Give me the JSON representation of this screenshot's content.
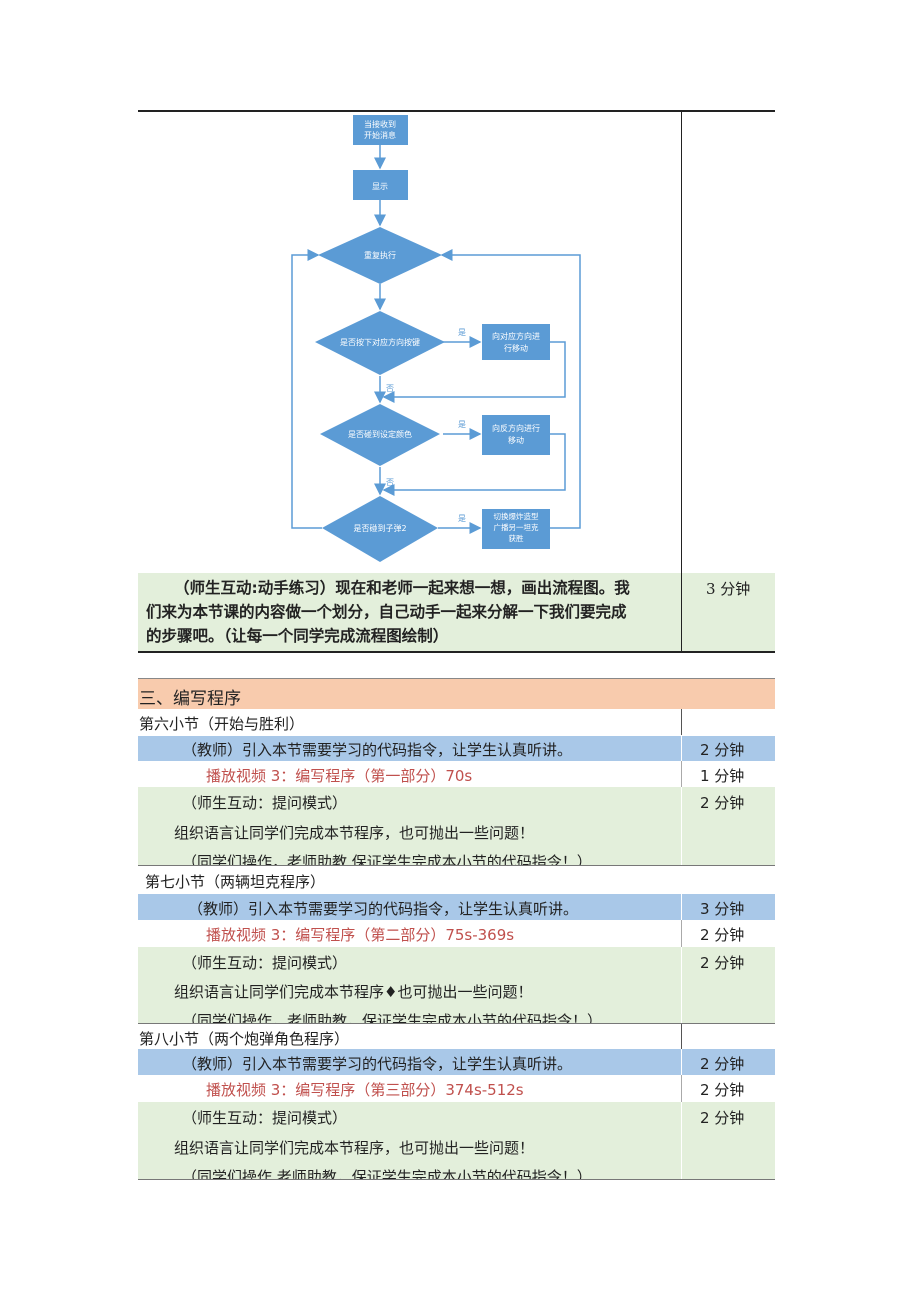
{
  "flowchart": {
    "start": [
      "当接收到",
      "开始消息"
    ],
    "show": "显示",
    "repeat": "重复执行",
    "d1": "是否按下对应方向按键",
    "a1": [
      "向对应方向进",
      "行移动"
    ],
    "d2": "是否碰到设定颜色",
    "a2": [
      "向反方向进行",
      "移动"
    ],
    "d3": "是否碰到子弹2",
    "a3": [
      "切换爆炸造型",
      "广播另一坦克",
      "获胜"
    ],
    "yes": "是",
    "no": "否"
  },
  "interaction1": {
    "lines": [
      "（师生互动:动手练习）现在和老师一起来想一想，画出流程图。我",
      "们来为本节课的内容做一个划分，自己动手一起来分解一下我们要完成",
      "的步骤吧。（让每一个同学完成流程图绘制）"
    ],
    "time": "3 分钟"
  },
  "section3": {
    "title": "三、编写程序",
    "blocks": [
      {
        "heading": "第六小节（开始与胜利）",
        "teacher": "（教师）引入本节需要学习的代码指令，让学生认真听讲。",
        "teacher_time": "2 分钟",
        "video": "播放视频 3：编写程序（第一部分）70s",
        "video_time": "1 分钟",
        "interact": "（师生互动：提问模式）",
        "organize": "组织语言让同学们完成本节程序，也可抛出一些问题！",
        "operate": "（同学们操作，老师助教,保证学生完成本小节的代码指令！）",
        "interact_time": "2 分钟"
      },
      {
        "heading": "第七小节（两辆坦克程序）",
        "teacher": "（教师）引入本节需要学习的代码指令，让学生认真听讲。",
        "teacher_time": "3 分钟",
        "video": "播放视频 3：编写程序（第二部分）75s-369s",
        "video_time": "2 分钟",
        "interact": "（师生互动：提问模式）",
        "organize": "组织语言让同学们完成本节程序♦也可抛出一些问题！",
        "operate": "（同学们操作，老师助教，保证学生完成本小节的代码指令！）",
        "interact_time": "2 分钟"
      },
      {
        "heading": "第八小节（两个炮弹角色程序）",
        "teacher": "（教师）引入本节需要学习的代码指令，让学生认真听讲。",
        "teacher_time": "2 分钟",
        "video": "播放视频 3：编写程序（第三部分）374s-512s",
        "video_time": "2 分钟",
        "interact": "（师生互动：提问模式）",
        "organize": "组织语言让同学们完成本节程序，也可抛出一些问题！",
        "operate": "（同学们操作,老师助教，保证学生完成本小节的代码指令！）",
        "interact_time": "2 分钟"
      }
    ]
  },
  "colors": {
    "blue_row": "#a9c8e8",
    "green_row": "#e3efdb",
    "peach_row": "#f8cbad",
    "video_red": "#c0504d",
    "flow_blue": "#5b9bd5"
  }
}
